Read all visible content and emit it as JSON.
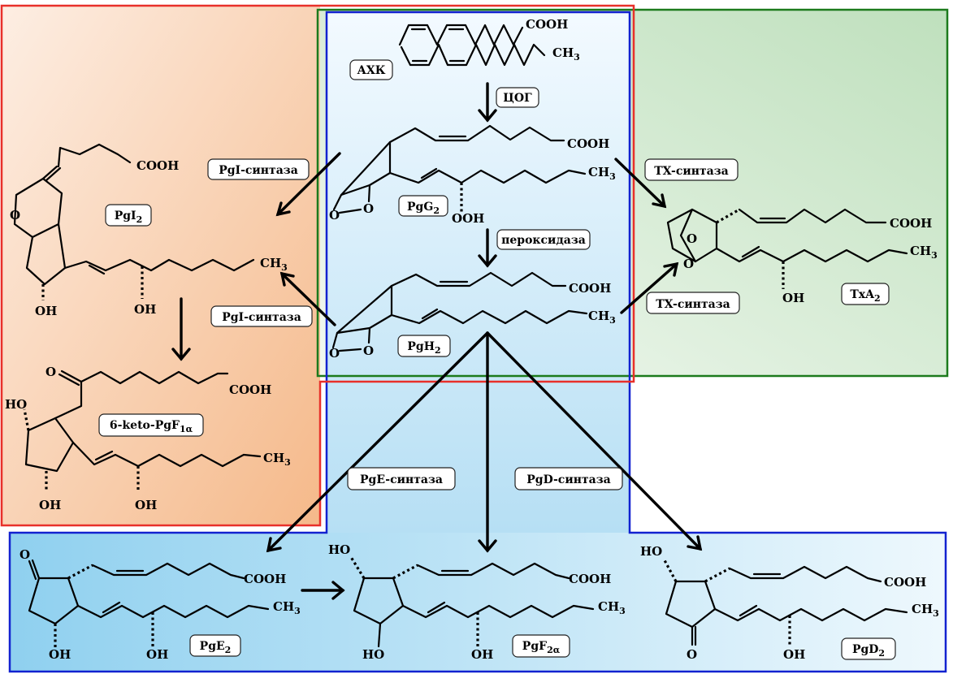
{
  "colors": {
    "pgi_region": "#e8302a",
    "central_region": "#1222d0",
    "tx_region": "#1c7a1c",
    "pgi_fill": "#f5b98a",
    "central_fill": "#a9d9f2",
    "tx_fill": "#c4e2c2"
  },
  "icons": [
    "reaction-arrow",
    "ring-bond",
    "dashed-bond"
  ],
  "labels": {
    "axk": "АХК",
    "cog": "ЦОГ",
    "peroxidase": "пероксидаза",
    "pgi_synthase_1": "PgI-синтаза",
    "pgi_synthase_2": "PgI-синтаза",
    "tx_synthase_1": "TX-синтаза",
    "tx_synthase_2": "TX-синтаза",
    "pge_synthase": "PgE-синтаза",
    "pgd_synthase": "PgD-синтаза"
  },
  "compounds": {
    "pgg2": {
      "main": "PgG",
      "sub": "2"
    },
    "pgh2": {
      "main": "PgH",
      "sub": "2"
    },
    "pgi2": {
      "main": "PgI",
      "sub": "2"
    },
    "keto": {
      "main": "6-keto-PgF",
      "sub": "1α"
    },
    "txa2": {
      "main": "TxA",
      "sub": "2"
    },
    "pge2": {
      "main": "PgE",
      "sub": "2"
    },
    "pgf2a": {
      "main": "PgF",
      "sub": "2α"
    },
    "pgd2": {
      "main": "PgD",
      "sub": "2"
    }
  },
  "atoms": {
    "cooh": "COOH",
    "ch": "CH",
    "three": "3",
    "oh": "OH",
    "ho": "HO",
    "ooh": "OOH",
    "o": "O"
  }
}
